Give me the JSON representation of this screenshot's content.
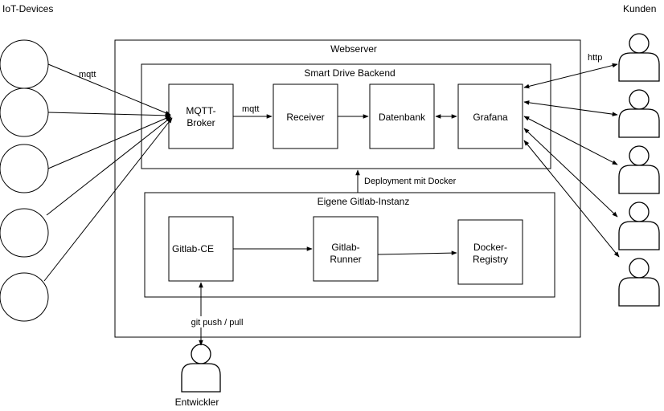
{
  "labels": {
    "iot_devices": "IoT-Devices",
    "kunden": "Kunden",
    "webserver": "Webserver",
    "smart_drive_backend": "Smart Drive Backend",
    "gitlab_instance": "Eigene Gitlab-Instanz",
    "entwickler": "Entwickler"
  },
  "nodes": {
    "mqtt_broker": [
      "MQTT-",
      "Broker"
    ],
    "receiver": [
      "Receiver"
    ],
    "datenbank": [
      "Datenbank"
    ],
    "grafana": [
      "Grafana"
    ],
    "gitlab_ce": [
      "Gitlab-CE"
    ],
    "gitlab_runner": [
      "Gitlab-",
      "Runner"
    ],
    "docker_registry": [
      "Docker-",
      "Registry"
    ]
  },
  "edge_labels": {
    "iot_mqtt": "mqtt",
    "broker_receiver_mqtt": "mqtt",
    "kunden_http": "http",
    "deployment": "Deployment mit Docker",
    "git": "git push / pull"
  },
  "colors": {
    "line": "#000000",
    "fill": "#ffffff"
  }
}
